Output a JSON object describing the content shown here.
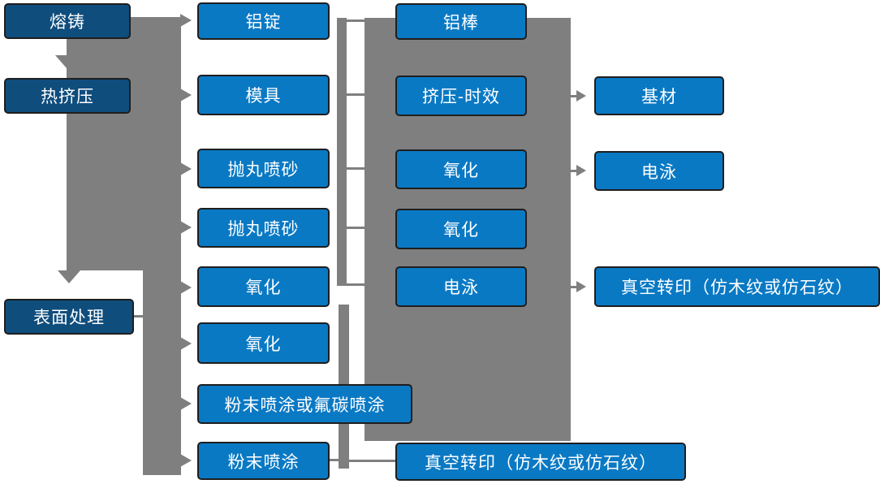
{
  "diagram_title": "",
  "colors": {
    "node_primary_blue": "#0a79c4",
    "node_dark_navy": "#0f4d7d",
    "node_glow_blue": "#1e8cd8",
    "connector_gray": "#7f7f7f",
    "node_border": "#1e1e1e",
    "node_text": "#ffffff",
    "background": "#ffffff"
  },
  "nodes": {
    "c1": [
      {
        "label": "熔铸"
      },
      {
        "label": "热挤压"
      },
      {
        "label": "表面处理"
      }
    ],
    "c2": [
      {
        "label": "铝锭"
      },
      {
        "label": "模具"
      },
      {
        "label": "抛丸喷砂"
      },
      {
        "label": "抛丸喷砂"
      },
      {
        "label": "氧化"
      },
      {
        "label": "氧化"
      },
      {
        "label": "粉末喷涂或氟碳喷涂"
      },
      {
        "label": "粉末喷涂"
      }
    ],
    "c3": [
      {
        "label": "铝棒"
      },
      {
        "label": "挤压-时效"
      },
      {
        "label": "氧化"
      },
      {
        "label": "氧化"
      },
      {
        "label": "电泳"
      },
      {
        "label": "真空转印（仿木纹或仿石纹）"
      }
    ],
    "c4": [
      {
        "label": "基材"
      },
      {
        "label": "电泳"
      },
      {
        "label": "真空转印（仿木纹或仿石纹）"
      }
    ]
  },
  "edges": [
    "熔铸 → 热挤压",
    "热挤压 → 表面处理",
    "熔铸 → 铝锭",
    "主干 → 模具",
    "主干 → 抛丸喷砂",
    "主干 → 氧化",
    "主干 → 粉末喷涂或氟碳喷涂",
    "主干 → 粉末喷涂",
    "表面处理 → 主干",
    "挤压-时效 → 基材",
    "氧化 → 电泳",
    "电泳 → 真空转印（仿木纹或仿石纹）",
    "粉末喷涂 → 真空转印（仿木纹或仿石纹）"
  ]
}
